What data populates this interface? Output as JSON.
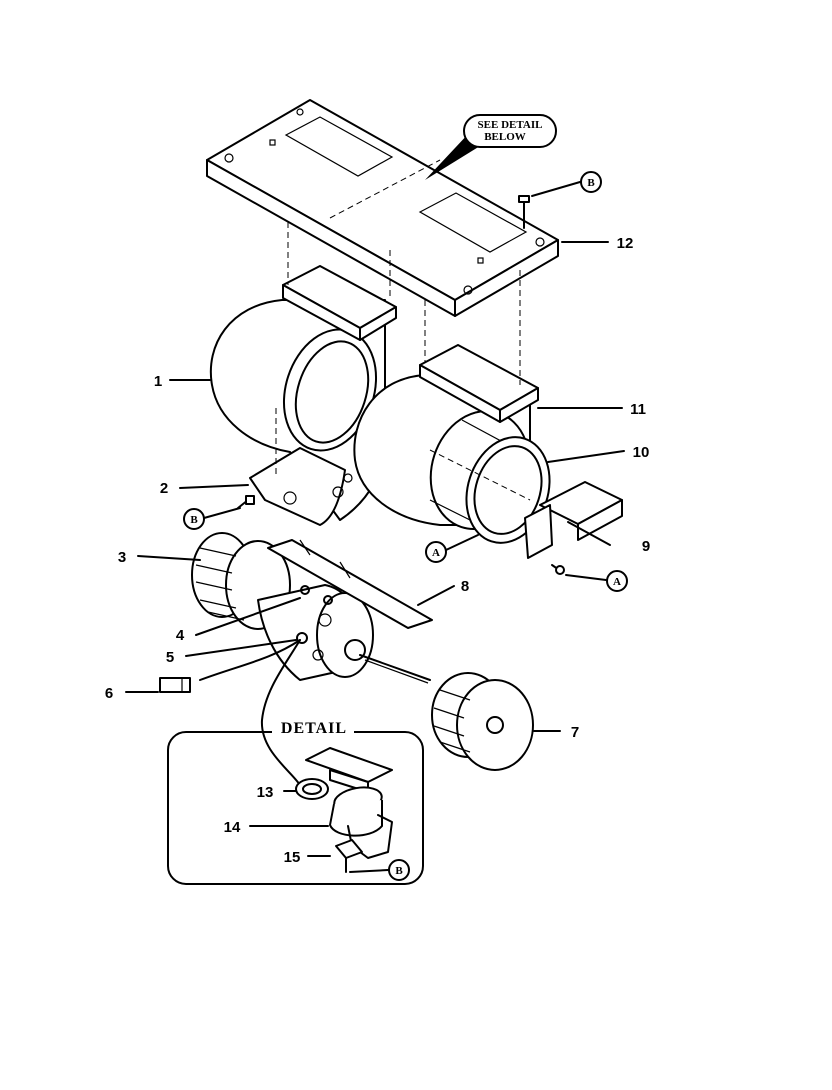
{
  "callout": {
    "line1": "SEE DETAIL",
    "line2": "BELOW"
  },
  "detail": {
    "title": "DETAIL"
  },
  "fastener_letters": {
    "a": "A",
    "b": "B"
  },
  "part_labels": {
    "p1": "1",
    "p2": "2",
    "p3": "3",
    "p4": "4",
    "p5": "5",
    "p6": "6",
    "p7": "7",
    "p8": "8",
    "p9": "9",
    "p10": "10",
    "p11": "11",
    "p12": "12",
    "p13": "13",
    "p14": "14",
    "p15": "15"
  }
}
